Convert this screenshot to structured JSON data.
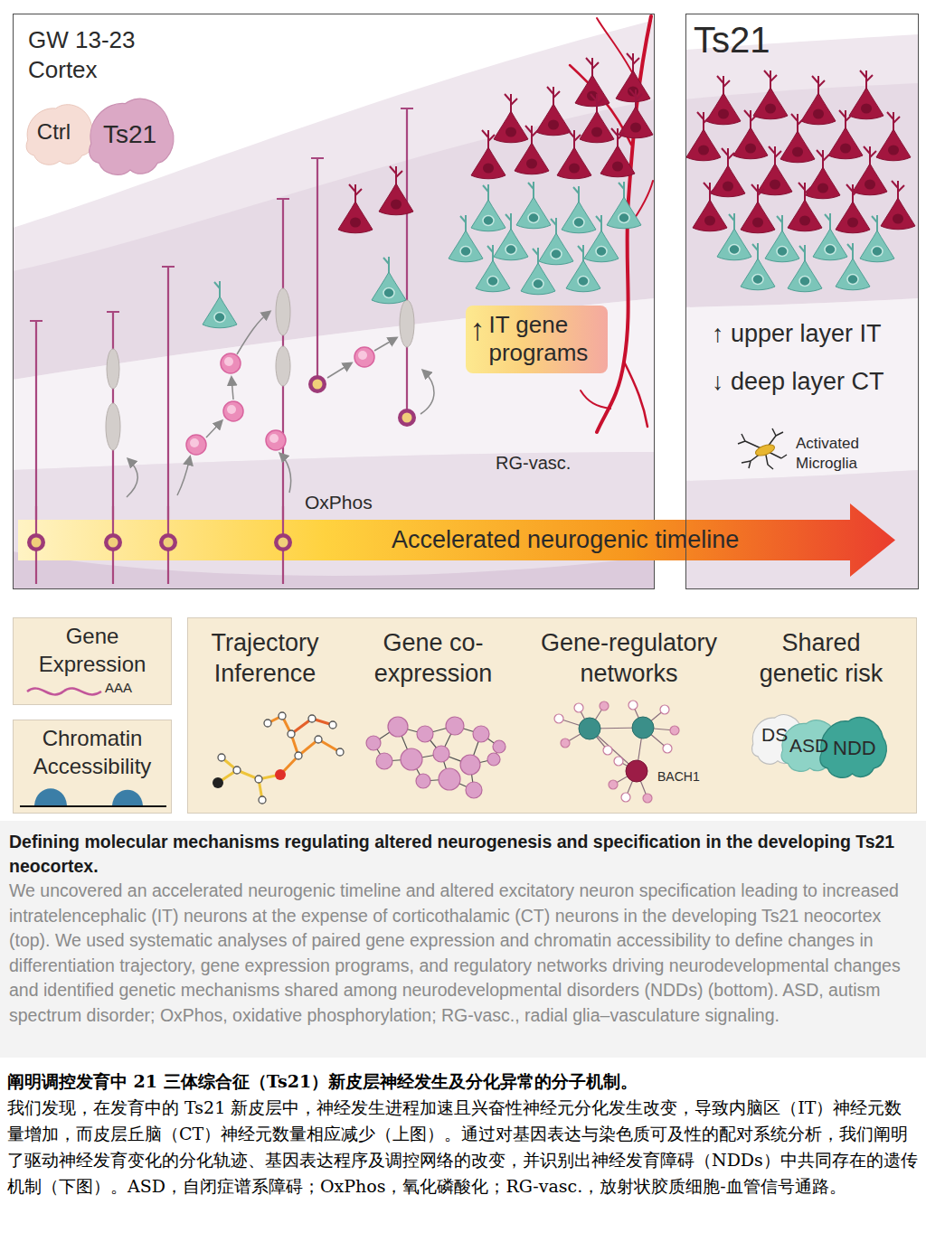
{
  "diagram": {
    "title": "Defining molecular mechanisms regulating altered neurogenesis and specification in the developing Ts21 neocortex.",
    "caption": "We uncovered an accelerated neurogenic timeline and altered excitatory neuron specification leading to increased intratelencephalic (IT) neurons at the expense of corticothalamic (CT) neurons in the developing Ts21 neocortex (top). We used systematic analyses of paired gene expression and chromatin accessibility to define changes in differentiation trajectory, gene expression programs, and regulatory networks driving neurodevelopmental changes and identified genetic mechanisms shared among neurodevelopmental disorders (NDDs) (bottom). ASD, autism spectrum disorder; OxPhos, oxidative phosphorylation; RG-vasc., radial glia–vasculature signaling.",
    "nodes": [
      {
        "text": [
          "GW 13-23 Cortex"
        ]
      },
      {
        "text": [
          "Ctrl"
        ],
        "in": 0
      },
      {
        "text": [
          "Ts21"
        ],
        "in": 0
      },
      {
        "text": [
          "↑",
          "IT gene programs"
        ],
        "in": 0
      },
      {
        "text": [
          "Accelerated neurogenic timeline"
        ]
      },
      {
        "text": [
          "Ts21",
          "↑ upper layer IT",
          "↓ deep layer CT"
        ]
      },
      {
        "text": [
          "Gene Expression"
        ]
      },
      {
        "text": [
          "Chromatin Accessibility"
        ]
      },
      {
        "text": [
          "Trajectory Inference",
          "Gene co-expression",
          "Gene-regulatory networks",
          "Shared genetic risk"
        ]
      }
    ],
    "labels": [
      "OxPhos",
      "RG-vasc.",
      "Activated Microglia",
      "AAA",
      "BACH1",
      "DS",
      "ASD",
      "NDD",
      "阐明调控发育中 21 三体综合征（Ts21）新皮层神经发生及分化异常的分子机制。",
      "我们发现，在发育中的 Ts21 新皮层中，神经发生进程加速且兴奋性神经元分化发生改变，导致内脑区（IT）神经元数量增加，而皮层丘脑（CT）神经元数量相应减少（上图）。通过对基因表达与染色质可及性的配对系统分析，我们阐明了驱动神经发育变化的分化轨迹、基因表达程序及调控网络的改变，并识别出神经发育障碍（NDDs）中共同存在的遗传机制（下图）。ASD，自闭症谱系障碍；OxPhos，氧化磷酸化；RG-vasc.，放射状胶质细胞-血管信号通路。"
    ]
  }
}
